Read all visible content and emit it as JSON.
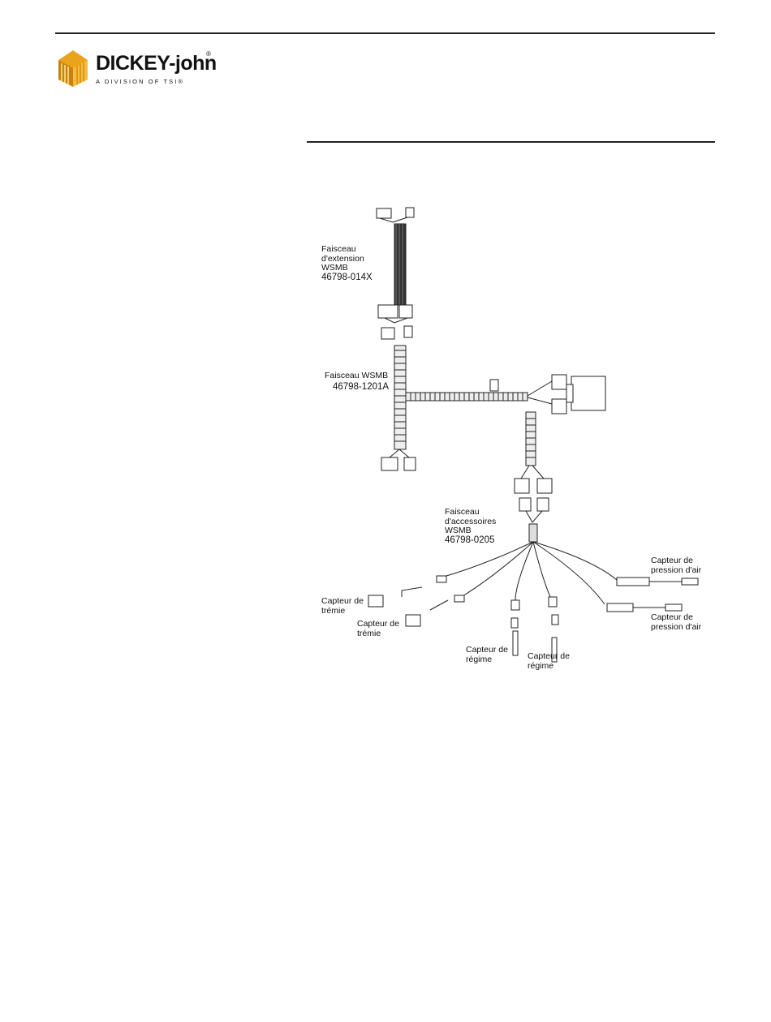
{
  "header": {
    "brand_name": "DICKEY-john",
    "brand_registered": "®",
    "brand_tagline": "A DIVISION OF TSI®"
  },
  "diagram": {
    "labels": {
      "extension_harness": {
        "lines": [
          "Faisceau",
          "d'extension",
          "WSMB"
        ],
        "part_number": "46798-014X"
      },
      "wsmb_harness": {
        "lines": [
          "Faisceau WSMB"
        ],
        "part_number": "46798-1201A"
      },
      "accessory_harness": {
        "lines": [
          "Faisceau",
          "d'accessoires",
          "WSMB"
        ],
        "part_number": "46798-0205"
      },
      "air_pressure_sensor_1": {
        "lines": [
          "Capteur de",
          "pression d'air"
        ]
      },
      "air_pressure_sensor_2": {
        "lines": [
          "Capteur de",
          "pression d'air"
        ]
      },
      "hopper_sensor_1": {
        "lines": [
          "Capteur de",
          "trémie"
        ]
      },
      "hopper_sensor_2": {
        "lines": [
          "Capteur de",
          "trémie"
        ]
      },
      "speed_sensor_1": {
        "lines": [
          "Capteur de",
          "régime"
        ]
      },
      "speed_sensor_2": {
        "lines": [
          "Capteur de",
          "régime"
        ]
      }
    }
  }
}
